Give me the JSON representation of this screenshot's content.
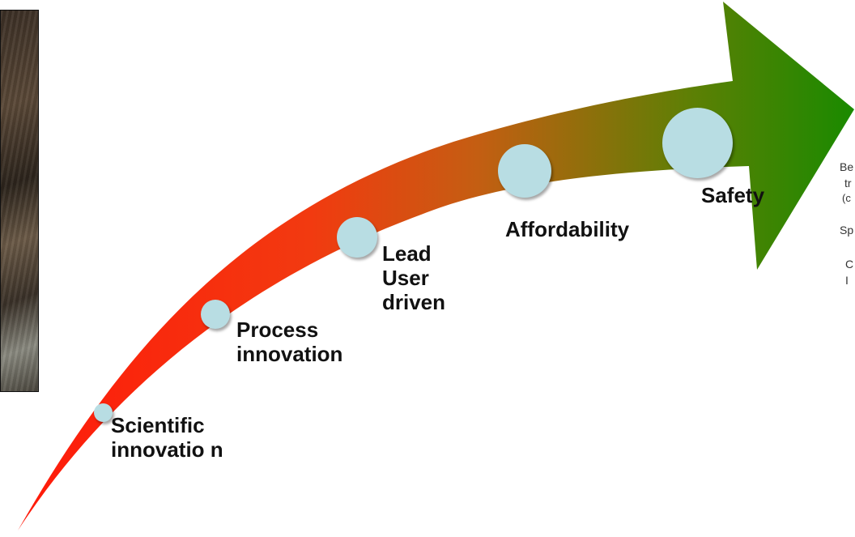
{
  "stages": [
    {
      "label": "Scientific innovatio n"
    },
    {
      "label": "Process innovation"
    },
    {
      "label": "Lead User driven"
    },
    {
      "label": "Affordability"
    },
    {
      "label": "Safety"
    }
  ],
  "side_text": {
    "line1": "Be",
    "line2": "tr",
    "line3": "(c",
    "line4": "Sp",
    "line5": "C",
    "line6": "I"
  },
  "colors": {
    "arrow_start": "#ff1a0a",
    "arrow_mid": "#e0601a",
    "arrow_end": "#1a8a00",
    "circle": "#b8dde3"
  },
  "icons": {
    "photo": "sea-rock-photo"
  }
}
